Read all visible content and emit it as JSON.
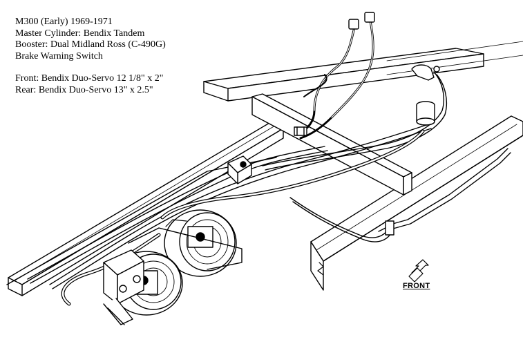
{
  "spec": {
    "title": "M300 (Early) 1969-1971",
    "master_cylinder": "Master Cylinder: Bendix Tandem",
    "booster": "Booster: Dual Midland Ross  (C-490G)",
    "warning_switch": "Brake Warning Switch",
    "front_brakes": "Front: Bendix Duo-Servo 12 1/8\" x 2\"",
    "rear_brakes": "Rear: Bendix Duo-Servo 13\" x 2.5\""
  },
  "diagram": {
    "front_label": "FRONT",
    "line_color": "#000000",
    "background": "#ffffff"
  }
}
